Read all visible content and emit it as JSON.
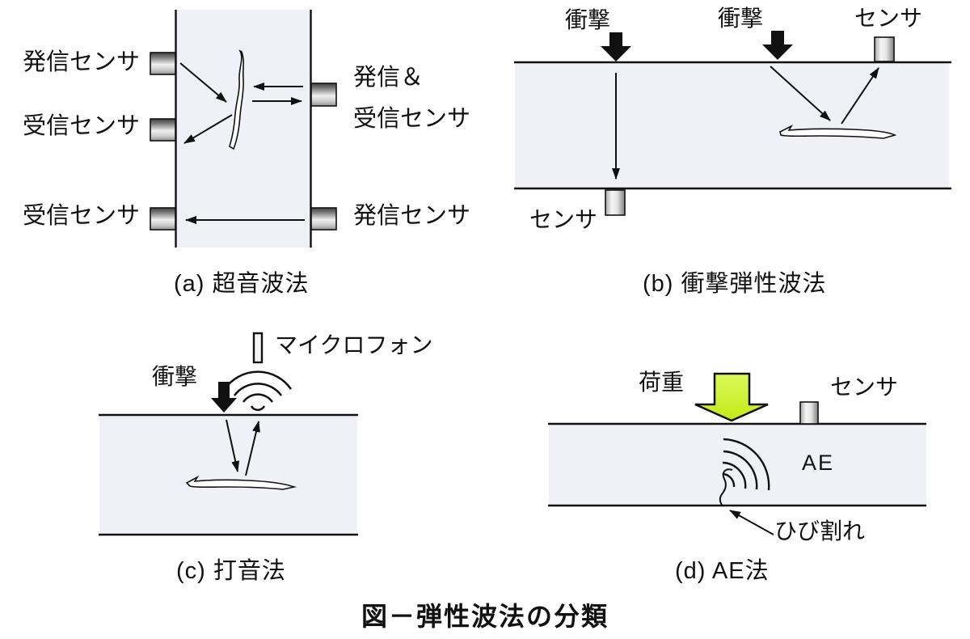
{
  "figure": {
    "caption": "図－弾性波法の分類"
  },
  "panel_a": {
    "caption": "(a)  超音波法",
    "labels": {
      "left_top": "発信センサ",
      "left_middle": "受信センサ",
      "left_bottom": "受信センサ",
      "right_top_line1": "発信＆",
      "right_top_line2": "受信センサ",
      "right_bottom": "発信センサ"
    }
  },
  "panel_b": {
    "caption": "(b)  衝撃弾性波法",
    "labels": {
      "impact_left": "衝撃",
      "impact_right": "衝撃",
      "sensor_top": "センサ",
      "sensor_bottom": "センサ"
    }
  },
  "panel_c": {
    "caption": "(c)  打音法",
    "labels": {
      "microphone": "マイクロフォン",
      "impact": "衝撃"
    }
  },
  "panel_d": {
    "caption": "(d)  AE法",
    "labels": {
      "load": "荷重",
      "sensor": "センサ",
      "ae": "AE",
      "crack": "ひび割れ"
    }
  },
  "colors": {
    "member_fill": "#f0f1f6",
    "outline": "#111111",
    "impact_arrow": "#111111",
    "load_arrow": "#cdee2e"
  }
}
